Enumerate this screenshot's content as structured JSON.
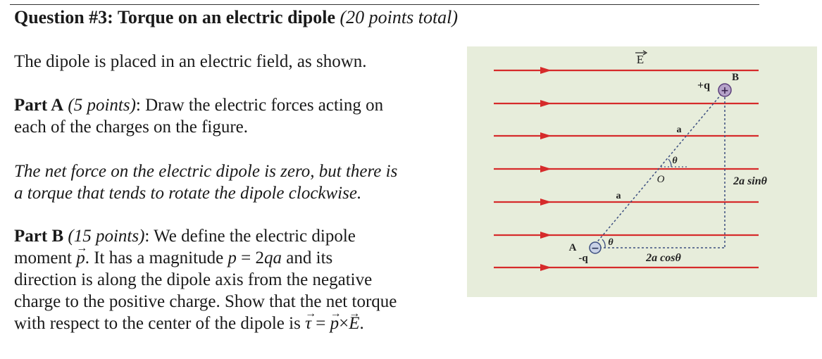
{
  "question": {
    "title": "Question #3: Torque on an electric dipole",
    "points": "(20 points total)"
  },
  "intro": "The dipole is placed in an electric field, as shown.",
  "partA": {
    "label": "Part A",
    "points": "(5 points)",
    "text_line1": ": Draw the electric forces acting on",
    "text_line2": "each of the charges on the figure."
  },
  "note": {
    "line1": "The net force on the electric dipole is zero, but there is",
    "line2": "a torque that tends to rotate the dipole clockwise."
  },
  "partB": {
    "label": "Part B",
    "points": "(15 points)",
    "line1_text": ": We define the electric dipole",
    "line2_a": "moment ",
    "p_symbol": "p",
    "line2_b": ". It has a magnitude ",
    "line2_eq_lhs": "p",
    "line2_eq_mid": " = 2",
    "line2_eq_rhs": "qa",
    "line2_c": " and its",
    "line3": "direction is along the dipole axis from the negative",
    "line4": "charge to the positive charge. Show that the net torque",
    "line5_a": "with respect to the center of the dipole is ",
    "tau_symbol": "τ",
    "eq_sign": " = ",
    "cross": "×",
    "e_symbol": "E",
    "period": "."
  },
  "figure": {
    "field_label": "E",
    "plus_charge": "+q",
    "minus_charge": "-q",
    "point_A": "A",
    "point_B": "B",
    "center_label": "O",
    "theta": "θ",
    "half_length": "a",
    "horizontal_label": "2a cosθ",
    "vertical_label": "2a sinθ",
    "plus_sign": "+",
    "minus_sign": "−",
    "colors": {
      "background": "#e7eddb",
      "field_line": "#d62b2b",
      "dashed": "#3d4f80",
      "positive_fill": "#b5a2c9",
      "negative_fill": "#c9d2e6"
    }
  }
}
